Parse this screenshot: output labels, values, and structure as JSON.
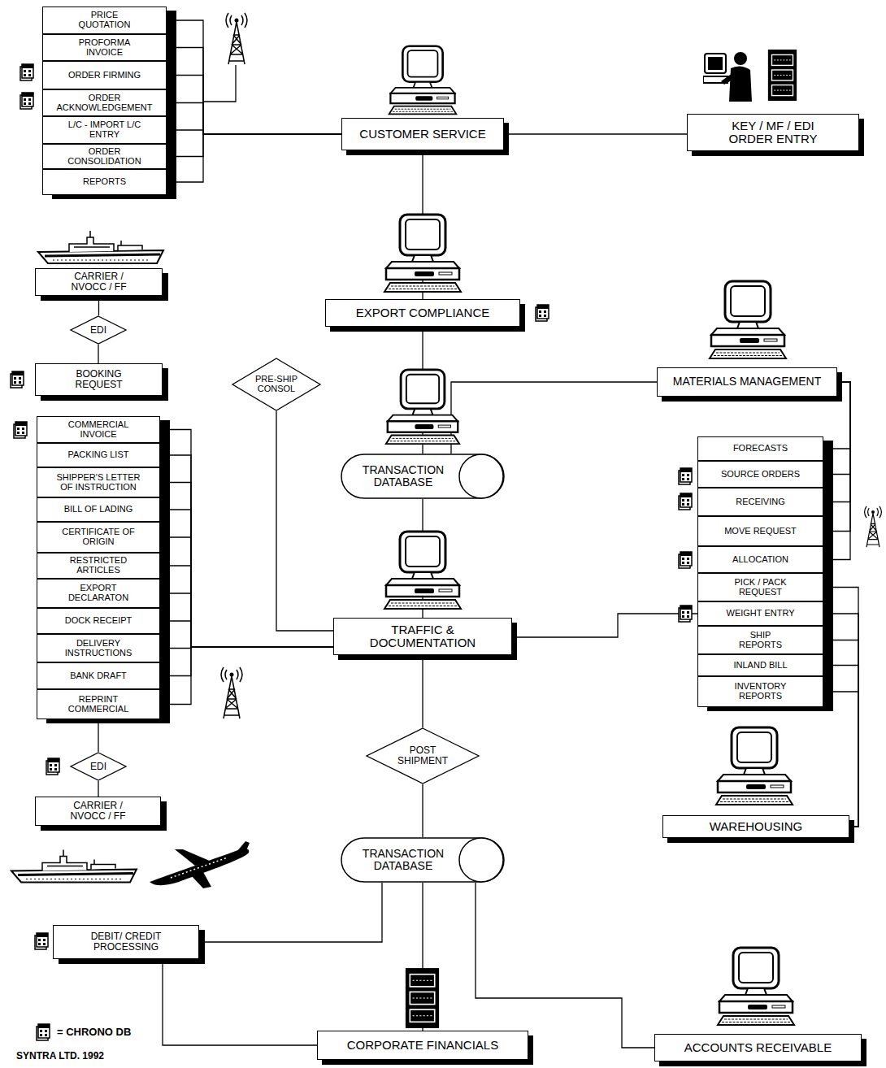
{
  "diagram": {
    "nodes": [
      {
        "text": [
          "PRICE QUOTATION"
        ]
      },
      {
        "text": [
          "PROFORMA INVOICE"
        ]
      },
      {
        "text": [
          "ORDER FIRMING"
        ]
      },
      {
        "text": [
          "ORDER ACKNOWLEDGEMENT"
        ]
      },
      {
        "text": [
          "L/C - IMPORT L/C ENTRY"
        ]
      },
      {
        "text": [
          "ORDER CONSOLIDATION"
        ]
      },
      {
        "text": [
          "REPORTS"
        ]
      },
      {
        "text": [
          "CUSTOMER SERVICE"
        ]
      },
      {
        "text": [
          "KEY / MF / EDI ORDER ENTRY"
        ]
      },
      {
        "text": [
          "CARRIER / NVOCC / FF"
        ]
      },
      {
        "text": [
          "EDI"
        ]
      },
      {
        "text": [
          "BOOKING REQUEST"
        ]
      },
      {
        "text": [
          "EXPORT COMPLIANCE"
        ]
      },
      {
        "text": [
          "PRE-SHIP CONSOL"
        ]
      },
      {
        "text": [
          "MATERIALS MANAGEMENT"
        ]
      },
      {
        "text": [
          "TRANSACTION DATABASE"
        ]
      },
      {
        "text": [
          "FORECASTS"
        ]
      },
      {
        "text": [
          "SOURCE ORDERS"
        ]
      },
      {
        "text": [
          "RECEIVING"
        ]
      },
      {
        "text": [
          "MOVE REQUEST"
        ]
      },
      {
        "text": [
          "ALLOCATION"
        ]
      },
      {
        "text": [
          "PICK / PACK REQUEST"
        ]
      },
      {
        "text": [
          "WEIGHT ENTRY"
        ]
      },
      {
        "text": [
          "SHIP REPORTS"
        ]
      },
      {
        "text": [
          "INLAND BILL"
        ]
      },
      {
        "text": [
          "INVENTORY REPORTS"
        ]
      },
      {
        "text": [
          "COMMERCIAL INVOICE"
        ]
      },
      {
        "text": [
          "PACKING LIST"
        ]
      },
      {
        "text": [
          "SHIPPER'S LETTER OF INSTRUCTION"
        ]
      },
      {
        "text": [
          "BILL OF LADING"
        ]
      },
      {
        "text": [
          "CERTIFICATE OF ORIGIN"
        ]
      },
      {
        "text": [
          "RESTRICTED ARTICLES"
        ]
      },
      {
        "text": [
          "EXPORT DECLARATON"
        ]
      },
      {
        "text": [
          "DOCK RECEIPT"
        ]
      },
      {
        "text": [
          "DELIVERY INSTRUCTIONS"
        ]
      },
      {
        "text": [
          "BANK DRAFT"
        ]
      },
      {
        "text": [
          "REPRINT COMMERCIAL"
        ]
      },
      {
        "text": [
          "TRAFFIC & DOCUMENTATION"
        ]
      },
      {
        "text": [
          "WAREHOUSING"
        ]
      },
      {
        "text": [
          "POST SHIPMENT"
        ]
      },
      {
        "text": [
          "EDI"
        ]
      },
      {
        "text": [
          "CARRIER / NVOCC / FF"
        ]
      },
      {
        "text": [
          "TRANSACTION DATABASE"
        ]
      },
      {
        "text": [
          "DEBIT/ CREDIT PROCESSING"
        ]
      },
      {
        "text": [
          "CORPORATE FINANCIALS"
        ]
      },
      {
        "text": [
          "ACCOUNTS RECEIVABLE"
        ]
      }
    ],
    "edges": [
      {
        "from": 0,
        "to": 7,
        "arrow": "none"
      },
      {
        "from": 1,
        "to": 7,
        "arrow": "none"
      },
      {
        "from": 2,
        "to": 7,
        "arrow": "none"
      },
      {
        "from": 3,
        "to": 7,
        "arrow": "none"
      },
      {
        "from": 4,
        "to": 7,
        "arrow": "none"
      },
      {
        "from": 5,
        "to": 7,
        "arrow": "none"
      },
      {
        "from": 6,
        "to": 7,
        "arrow": "none"
      },
      {
        "from": 7,
        "to": 8,
        "arrow": "none"
      },
      {
        "from": 9,
        "to": 10,
        "arrow": "none"
      },
      {
        "from": 10,
        "to": 11,
        "arrow": "none"
      },
      {
        "from": 7,
        "to": 12,
        "arrow": "none"
      },
      {
        "from": 12,
        "to": 15,
        "arrow": "none"
      },
      {
        "from": 14,
        "to": 15,
        "arrow": "none"
      },
      {
        "from": 13,
        "to": 37,
        "arrow": "none"
      },
      {
        "from": 15,
        "to": 37,
        "arrow": "none"
      },
      {
        "from": 16,
        "to": 14,
        "arrow": "none"
      },
      {
        "from": 17,
        "to": 14,
        "arrow": "none"
      },
      {
        "from": 18,
        "to": 14,
        "arrow": "none"
      },
      {
        "from": 19,
        "to": 14,
        "arrow": "none"
      },
      {
        "from": 20,
        "to": 14,
        "arrow": "none"
      },
      {
        "from": 21,
        "to": 38,
        "arrow": "none"
      },
      {
        "from": 22,
        "to": 38,
        "arrow": "none"
      },
      {
        "from": 23,
        "to": 38,
        "arrow": "none"
      },
      {
        "from": 24,
        "to": 38,
        "arrow": "none"
      },
      {
        "from": 25,
        "to": 38,
        "arrow": "none"
      },
      {
        "from": 37,
        "to": 22,
        "arrow": "none"
      },
      {
        "from": 26,
        "to": 37,
        "arrow": "none"
      },
      {
        "from": 27,
        "to": 37,
        "arrow": "none"
      },
      {
        "from": 28,
        "to": 37,
        "arrow": "none"
      },
      {
        "from": 29,
        "to": 37,
        "arrow": "none"
      },
      {
        "from": 30,
        "to": 37,
        "arrow": "none"
      },
      {
        "from": 31,
        "to": 37,
        "arrow": "none"
      },
      {
        "from": 32,
        "to": 37,
        "arrow": "none"
      },
      {
        "from": 33,
        "to": 37,
        "arrow": "none"
      },
      {
        "from": 34,
        "to": 37,
        "arrow": "none"
      },
      {
        "from": 35,
        "to": 37,
        "arrow": "none"
      },
      {
        "from": 36,
        "to": 37,
        "arrow": "none"
      },
      {
        "from": 36,
        "to": 40,
        "arrow": "none"
      },
      {
        "from": 40,
        "to": 41,
        "arrow": "none"
      },
      {
        "from": 37,
        "to": 39,
        "arrow": "none"
      },
      {
        "from": 39,
        "to": 42,
        "arrow": "none"
      },
      {
        "from": 42,
        "to": 43,
        "arrow": "none"
      },
      {
        "from": 42,
        "to": 44,
        "arrow": "none"
      },
      {
        "from": 42,
        "to": 45,
        "arrow": "none"
      },
      {
        "from": 43,
        "to": 44,
        "arrow": "none"
      }
    ],
    "labels": [
      "SYNTRA LTD. 1992"
    ],
    "legend": [
      {
        "text": "= CHRONO DB"
      }
    ]
  }
}
